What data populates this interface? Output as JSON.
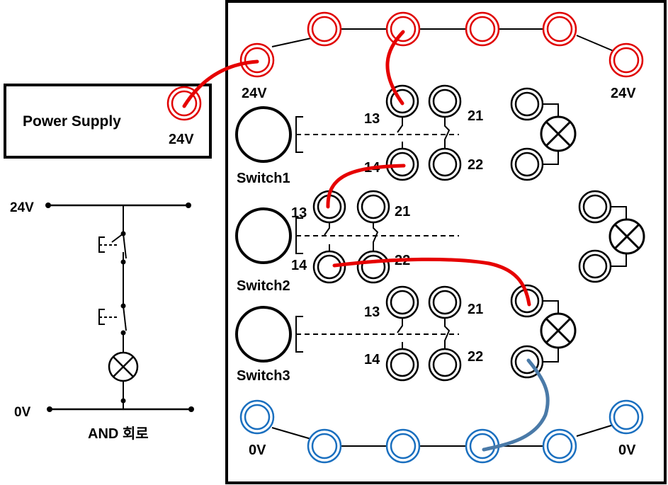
{
  "power_supply": {
    "title": "Power Supply",
    "terminal_label": "24V"
  },
  "rails": {
    "top_left_label": "24V",
    "top_right_label": "24V",
    "bottom_left_label": "0V",
    "bottom_right_label": "0V"
  },
  "switches": [
    {
      "name": "Switch1",
      "no_top": "13",
      "no_bottom": "14",
      "nc_top": "21",
      "nc_bottom": "22"
    },
    {
      "name": "Switch2",
      "no_top": "13",
      "no_bottom": "14",
      "nc_top": "21",
      "nc_bottom": "22"
    },
    {
      "name": "Switch3",
      "no_top": "13",
      "no_bottom": "14",
      "nc_top": "21",
      "nc_bottom": "22"
    }
  ],
  "schematic": {
    "supply_label": "24V",
    "ground_label": "0V",
    "caption": "AND 회로"
  },
  "colors": {
    "positive": "#e00000",
    "negative": "#1a6fbf",
    "wire_red": "#e60000",
    "wire_blue": "#4a7aa8",
    "frame": "#000000"
  }
}
